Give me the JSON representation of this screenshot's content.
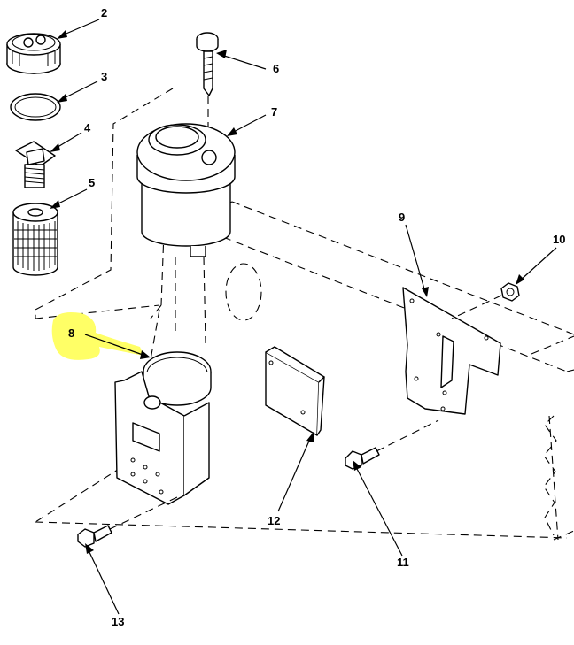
{
  "diagram": {
    "callouts": [
      "2",
      "3",
      "4",
      "5",
      "6",
      "7",
      "8",
      "9",
      "10",
      "11",
      "12",
      "13"
    ],
    "highlight": {
      "callout": "8",
      "color": "#ffff66"
    }
  }
}
